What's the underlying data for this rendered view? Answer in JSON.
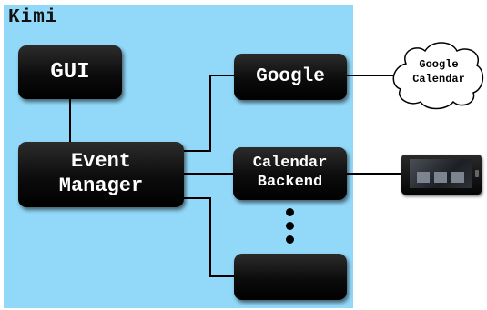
{
  "panel": {
    "title": "Kimi",
    "color": "#92d8f8"
  },
  "nodes": {
    "gui": "GUI",
    "event_manager": "Event\nManager",
    "google": "Google",
    "calendar_backend": "Calendar\nBackend",
    "empty": ""
  },
  "external": {
    "cloud_label": "Google\nCalendar",
    "device": "mobile-device-icon"
  },
  "ellipsis_dots": 3
}
